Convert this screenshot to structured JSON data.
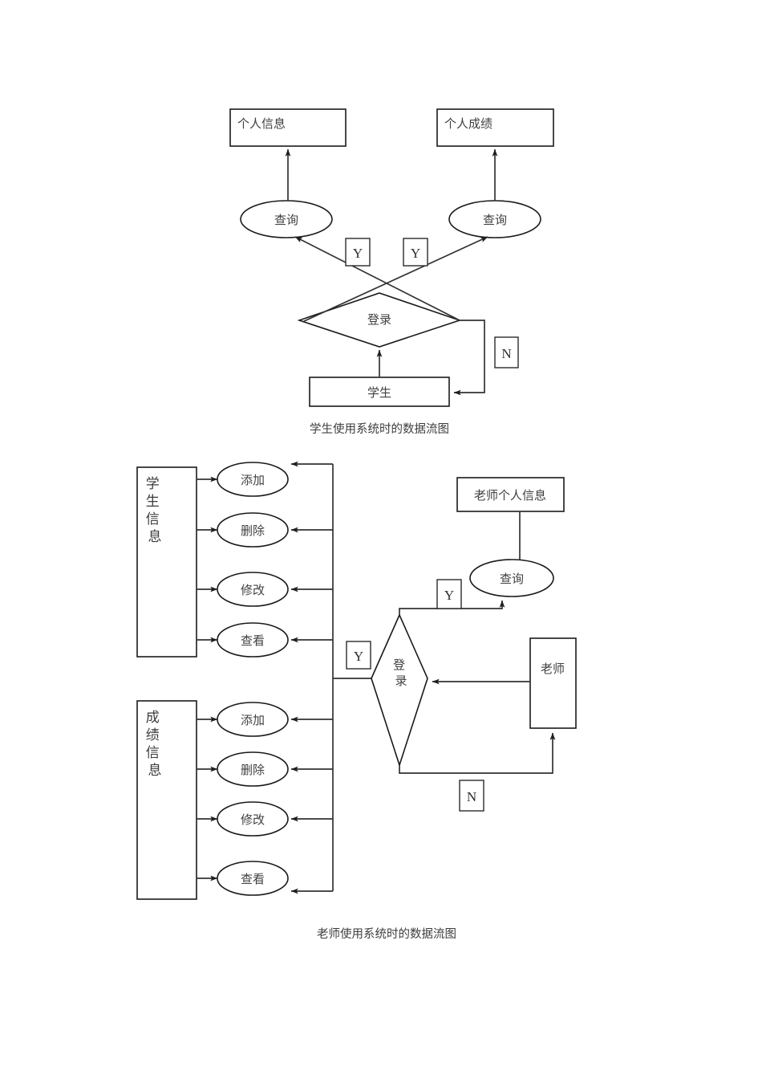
{
  "document": {
    "title": "数据流图",
    "page_background": "#ffffff",
    "line_color": "#333333",
    "text_color": "#3d3d3d"
  },
  "diagram1": {
    "caption": "学生使用系统时的数据流图",
    "nodes": {
      "personal_info": {
        "label": "个人信息",
        "shape": "rectangle"
      },
      "personal_score": {
        "label": "个人成绩",
        "shape": "rectangle"
      },
      "query_left": {
        "label": "查询",
        "shape": "ellipse"
      },
      "query_right": {
        "label": "查询",
        "shape": "ellipse"
      },
      "login": {
        "label": "登录",
        "shape": "diamond"
      },
      "student": {
        "label": "学生",
        "shape": "rectangle"
      }
    },
    "edge_labels": {
      "yes_left": "Y",
      "yes_right": "Y",
      "no": "N"
    }
  },
  "diagram2": {
    "caption": "老师使用系统时的数据流图",
    "nodes": {
      "student_info": {
        "label": "学生信息",
        "shape": "rectangle-vertical-text"
      },
      "score_info": {
        "label": "成绩信息",
        "shape": "rectangle-vertical-text"
      },
      "teacher_personal_info": {
        "label": "老师个人信息",
        "shape": "rectangle"
      },
      "query": {
        "label": "查询",
        "shape": "ellipse"
      },
      "login": {
        "label": "登录",
        "shape": "diamond"
      },
      "teacher": {
        "label": "老师",
        "shape": "rectangle"
      }
    },
    "student_ops": [
      {
        "label": "添加",
        "shape": "ellipse"
      },
      {
        "label": "删除",
        "shape": "ellipse"
      },
      {
        "label": "修改",
        "shape": "ellipse"
      },
      {
        "label": "查看",
        "shape": "ellipse"
      }
    ],
    "score_ops": [
      {
        "label": "添加",
        "shape": "ellipse"
      },
      {
        "label": "删除",
        "shape": "ellipse"
      },
      {
        "label": "修改",
        "shape": "ellipse"
      },
      {
        "label": "查看",
        "shape": "ellipse"
      }
    ],
    "edge_labels": {
      "yes_bus": "Y",
      "yes_query": "Y",
      "no": "N"
    }
  }
}
